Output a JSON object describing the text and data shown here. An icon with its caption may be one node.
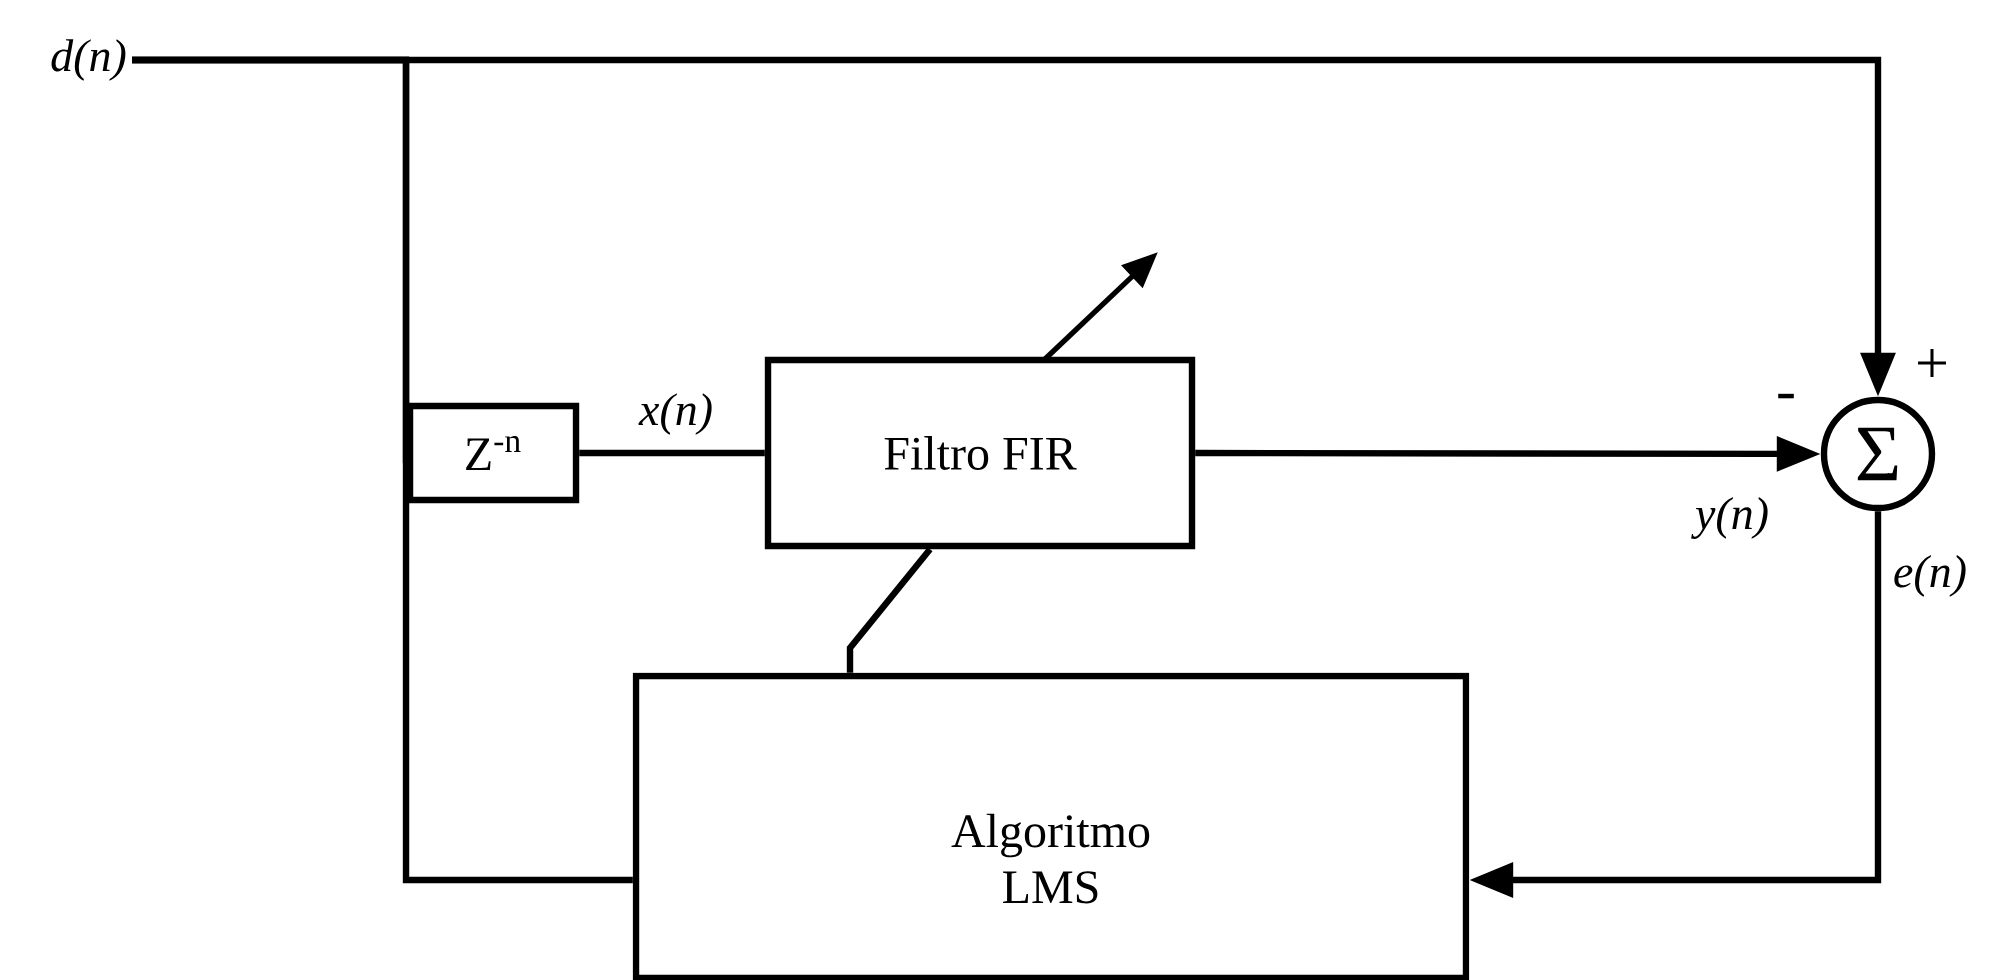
{
  "diagram": {
    "nodes": [
      {
        "text": [
          "d(n)"
        ]
      },
      {
        "text": [
          "Z$^{-n}$"
        ]
      },
      {
        "text": [
          "Filtro FIR"
        ]
      },
      {
        "text": [
          "Σ"
        ]
      },
      {
        "text": [
          "Algoritmo LMS"
        ]
      }
    ],
    "edges": [
      {
        "from": 0,
        "to": 3,
        "arrow": "to"
      },
      {
        "from": 0,
        "to": 1,
        "arrow": "none"
      },
      {
        "from": 0,
        "to": 4,
        "arrow": "none"
      },
      {
        "from": 1,
        "to": 2,
        "arrow": "none",
        "label": "x(n)"
      },
      {
        "from": 2,
        "to": 3,
        "arrow": "to",
        "label": "y(n)"
      },
      {
        "from": 3,
        "to": 4,
        "arrow": "to",
        "label": "e(n)"
      },
      {
        "from": 4,
        "to": 2,
        "arrow": "none"
      }
    ],
    "labels": [
      "+",
      "-"
    ]
  }
}
